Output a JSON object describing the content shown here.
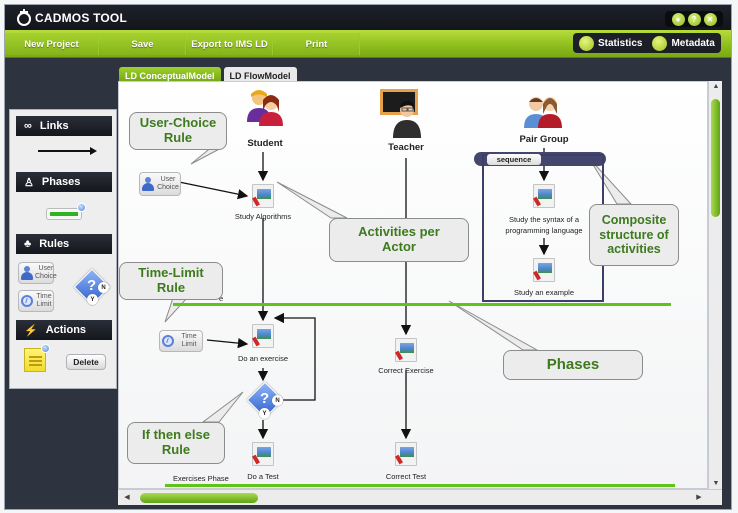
{
  "app": {
    "title": "CADMOS TOOL",
    "window_buttons": [
      "settings",
      "help",
      "close"
    ]
  },
  "menu": {
    "items": [
      "New Project",
      "Save",
      "Export to IMS LD",
      "Print"
    ],
    "right_items": [
      {
        "label": "Statistics",
        "icon": "statistics-icon"
      },
      {
        "label": "Metadata",
        "icon": "metadata-icon"
      }
    ]
  },
  "tabs": [
    {
      "label": "LD ConceptualModel",
      "active": true
    },
    {
      "label": "LD FlowModel",
      "active": false
    }
  ],
  "sidebar": {
    "sections": [
      {
        "title": "Links",
        "icon": "links-icon"
      },
      {
        "title": "Phases",
        "icon": "phases-icon"
      },
      {
        "title": "Rules",
        "icon": "rules-icon"
      },
      {
        "title": "Actions",
        "icon": "actions-icon"
      }
    ],
    "rules": {
      "user_choice": "User Choice",
      "time_limit": "Time Limit",
      "if_yes": "Y",
      "if_no": "N"
    },
    "delete_label": "Delete"
  },
  "diagram": {
    "actors": [
      "Student",
      "Teacher",
      "Pair Group"
    ],
    "activities": {
      "study_algorithms": "Study Algorithms",
      "study_syntax": "Study the syntax of a programming language",
      "study_example": "Study an example",
      "do_exercise": "Do an exercise",
      "correct_exercise": "Correct Exercise",
      "do_test": "Do a Test",
      "correct_test": "Correct Test"
    },
    "rule_nodes": {
      "user_choice": "User Choice",
      "time_limit": "Time Limit",
      "yes": "Y",
      "no": "N"
    },
    "sequence_label": "sequence",
    "phases": {
      "phase1_visible": "e",
      "phase2": "Exercises Phase"
    },
    "callouts": {
      "user_choice": "User-Choice Rule",
      "activities_per_actor": "Activities per Actor",
      "composite": "Composite structure of activities",
      "time_limit": "Time-Limit Rule",
      "phases": "Phases",
      "if_then_else": "If then else Rule"
    }
  },
  "colors": {
    "accent_green": "#8cbc1c",
    "dark_bg": "#2e3340",
    "callout_text": "#3e7a1e",
    "phase_line": "#5fc31a"
  }
}
